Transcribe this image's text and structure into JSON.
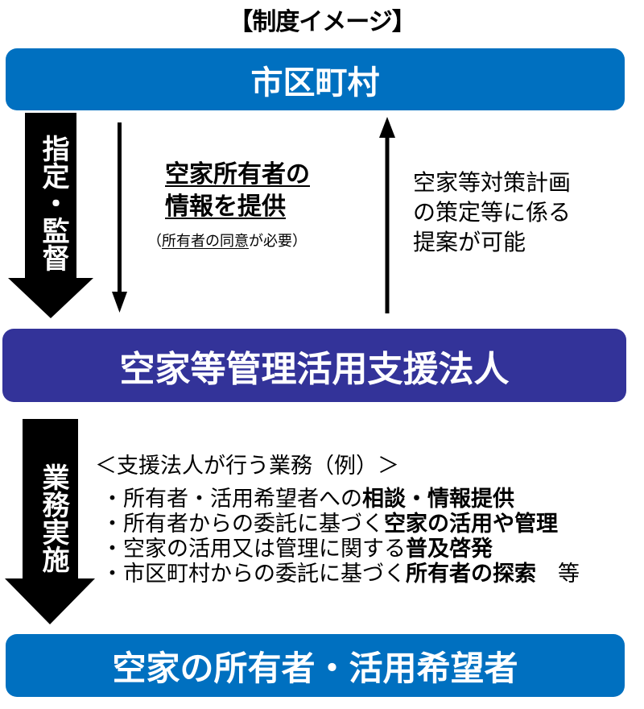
{
  "title": "【制度イメージ】",
  "boxes": {
    "municipality": "市区町村",
    "support_corp": "空家等管理活用支援法人",
    "owners": "空家の所有者・活用希望者"
  },
  "arrows": {
    "designate_supervise": "指定・監督",
    "business_execution": "業務実施"
  },
  "info_provision": {
    "line1": "空家所有者の",
    "line2": "情報を提供",
    "note_open": "（",
    "note_underlined": "所有者の同意",
    "note_rest": "が必要）"
  },
  "proposal": {
    "line1": "空家等対策計画",
    "line2": "の策定等に係る",
    "line3": "提案が可能"
  },
  "duties": {
    "heading": "＜支援法人が行う業務（例）＞",
    "items": [
      {
        "plain": "・所有者・活用希望者への",
        "bold": "相談・情報提供",
        "suffix": ""
      },
      {
        "plain": "・所有者からの委託に基づく",
        "bold": "空家の活用や管理",
        "suffix": ""
      },
      {
        "plain": "・空家の活用又は管理に関する",
        "bold": "普及啓発",
        "suffix": ""
      },
      {
        "plain": "・市区町村からの委託に基づく",
        "bold": "所有者の探索",
        "suffix": "　等"
      }
    ]
  },
  "colors": {
    "municipality_box": "#0070C0",
    "support_corp_box": "#333399",
    "owners_box": "#0070C0",
    "arrow": "#000000"
  }
}
